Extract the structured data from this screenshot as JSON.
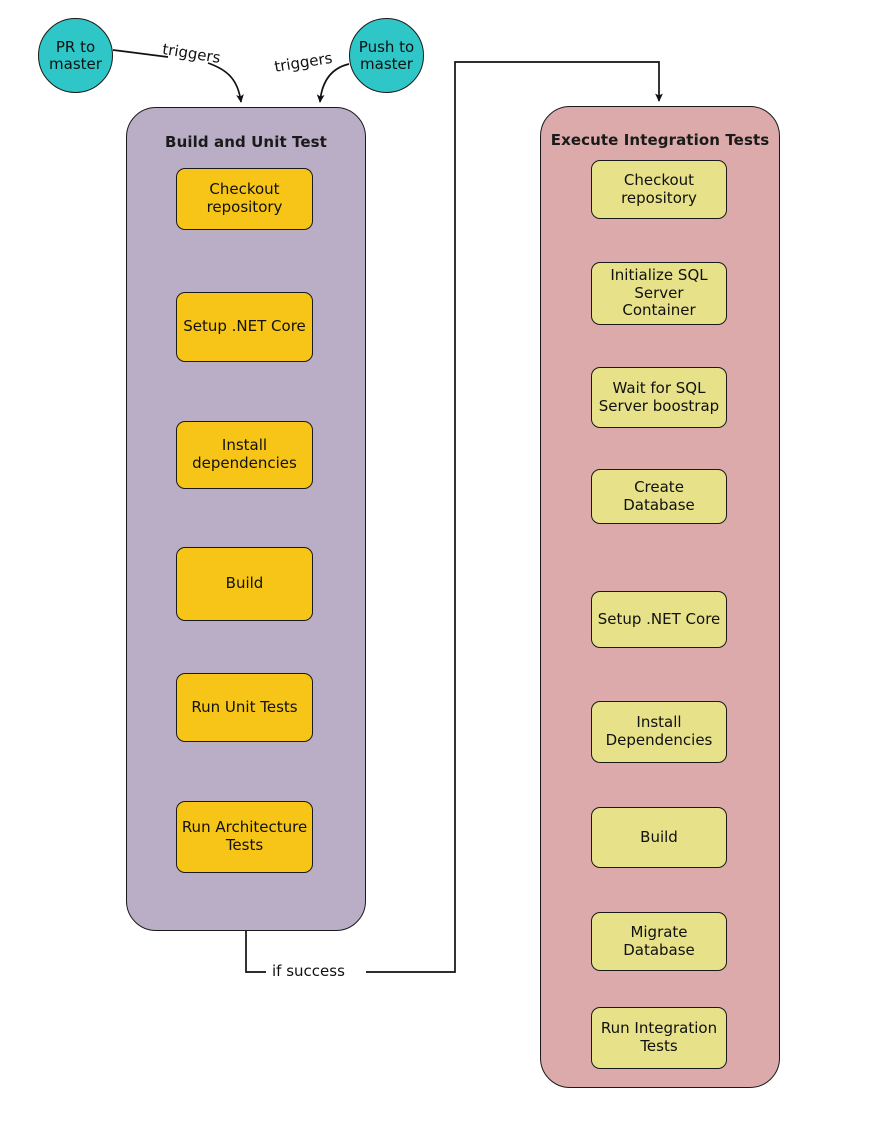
{
  "diagram": {
    "title": "CI pipeline flowchart",
    "colors": {
      "trigger_fill": "#2ec6c6",
      "lane_build_fill": "#b9aec6",
      "lane_integration_fill": "#dcaaaa",
      "step_build_fill": "#f6c518",
      "step_integration_fill": "#e7e189",
      "stroke": "#1a1a1a",
      "background": "#ffffff"
    },
    "triggers": [
      {
        "id": "pr-to-master",
        "label": "PR to\nmaster"
      },
      {
        "id": "push-to-master",
        "label": "Push to\nmaster"
      }
    ],
    "edge_labels": {
      "trigger_left": "triggers",
      "trigger_right": "triggers",
      "if_success": "if success"
    },
    "lanes": [
      {
        "id": "build-and-unit-test",
        "title": "Build and Unit Test",
        "steps": [
          {
            "id": "checkout-repository",
            "label": "Checkout\nrepository"
          },
          {
            "id": "setup-dotnet-core",
            "label": "Setup .NET Core"
          },
          {
            "id": "install-dependencies",
            "label": "Install\ndependencies"
          },
          {
            "id": "build",
            "label": "Build"
          },
          {
            "id": "run-unit-tests",
            "label": "Run Unit Tests"
          },
          {
            "id": "run-architecture-tests",
            "label": "Run Architecture\nTests"
          }
        ]
      },
      {
        "id": "execute-integration-tests",
        "title": "Execute Integration Tests",
        "steps": [
          {
            "id": "checkout-repository",
            "label": "Checkout\nrepository"
          },
          {
            "id": "initialize-sql-server-container",
            "label": "Initialize SQL\nServer Container"
          },
          {
            "id": "wait-for-sql-server-boostrap",
            "label": "Wait for SQL\nServer boostrap"
          },
          {
            "id": "create-database",
            "label": "Create Database"
          },
          {
            "id": "setup-dotnet-core",
            "label": "Setup .NET Core"
          },
          {
            "id": "install-dependencies",
            "label": "Install\nDependencies"
          },
          {
            "id": "build",
            "label": "Build"
          },
          {
            "id": "migrate-database",
            "label": "Migrate Database"
          },
          {
            "id": "run-integration-tests",
            "label": "Run Integration\nTests"
          }
        ]
      }
    ]
  }
}
